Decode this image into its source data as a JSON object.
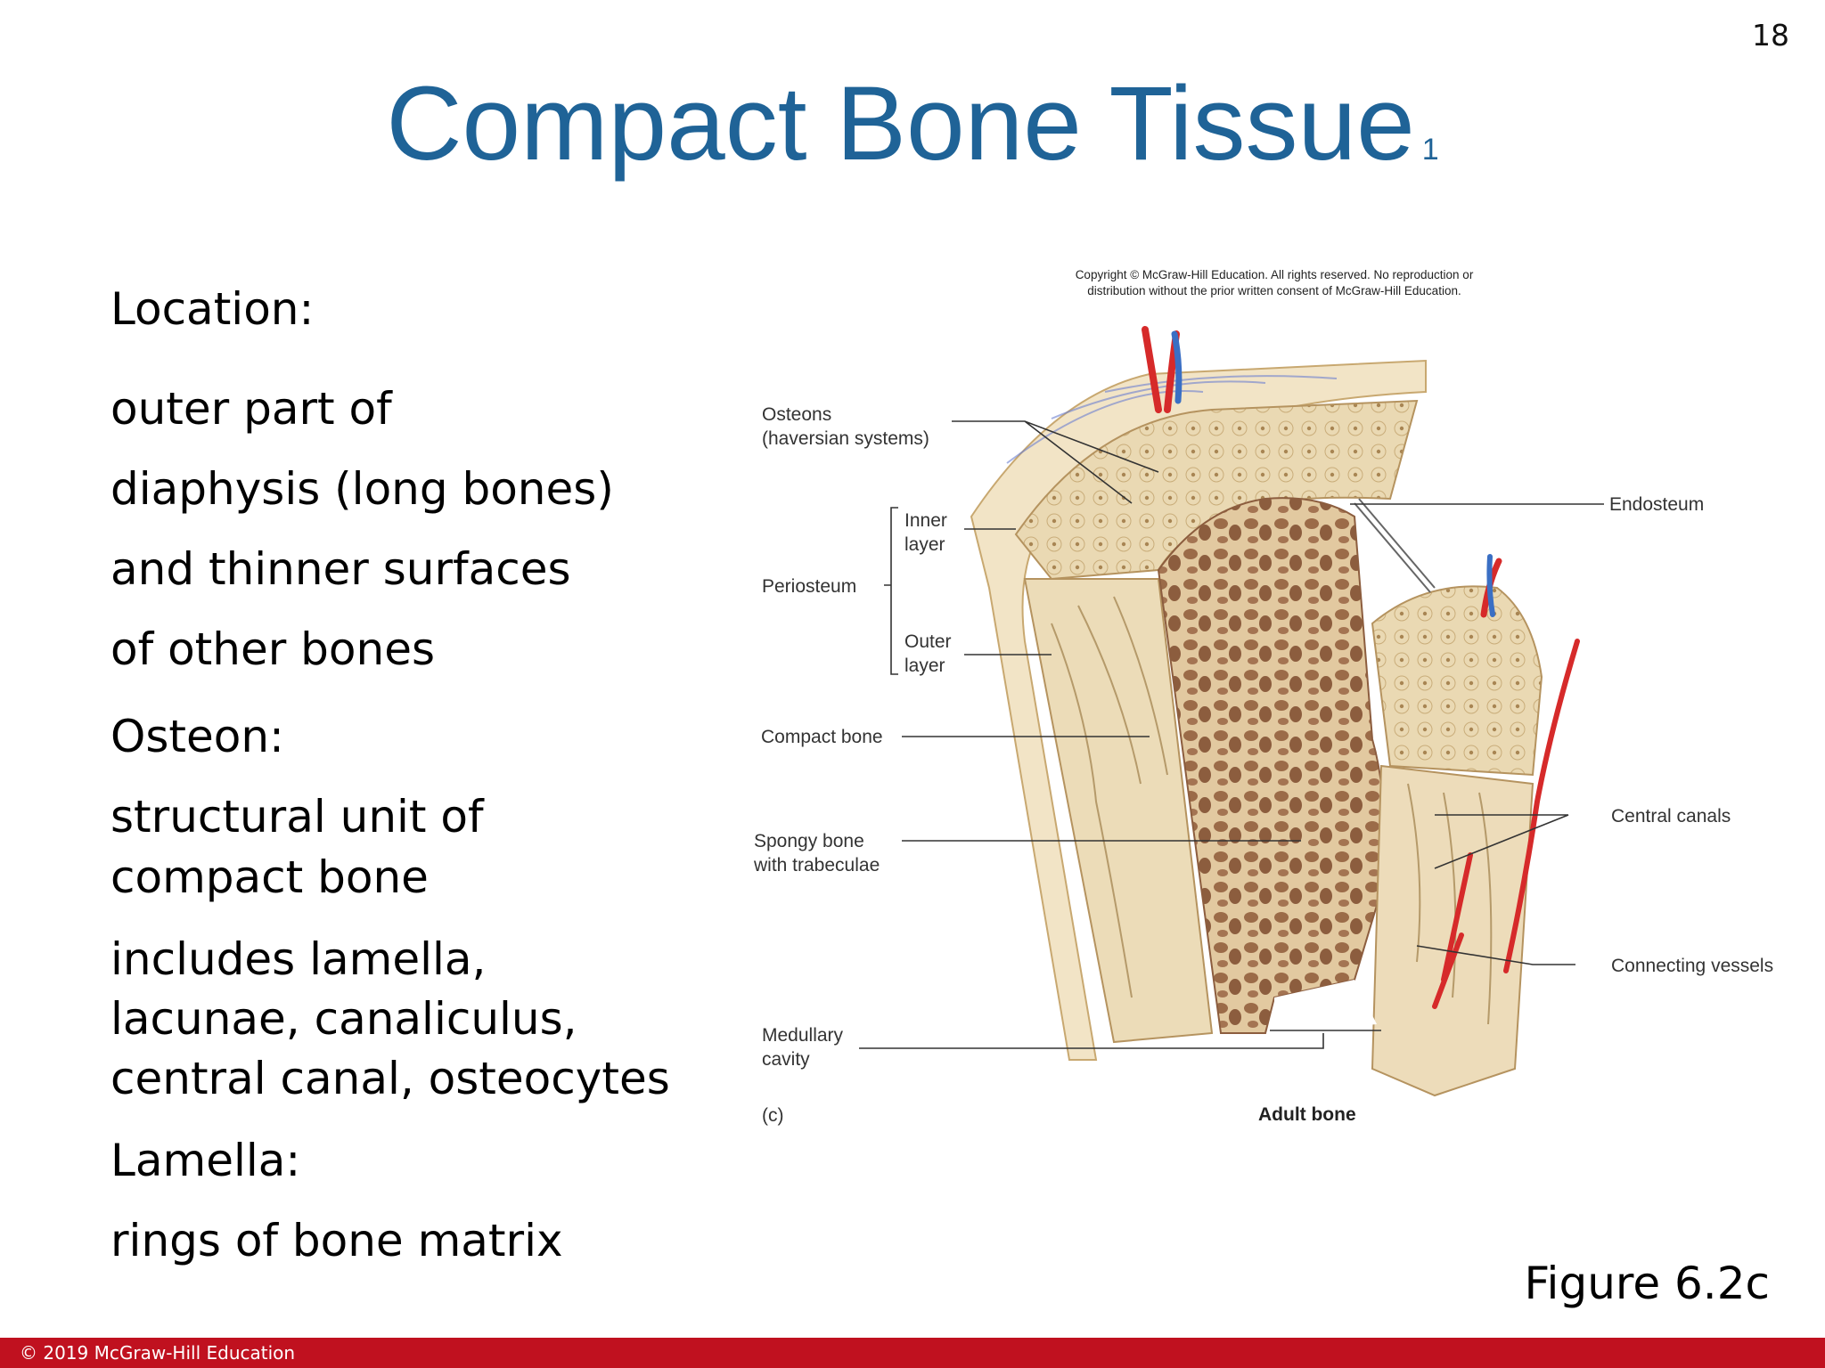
{
  "slide": {
    "number": "18",
    "title": "Compact Bone Tissue",
    "title_sub": "1",
    "figure_label": "Figure 6.2c",
    "footer": "© 2019 McGraw-Hill Education"
  },
  "bullets": [
    "Location:",
    "outer part of",
    "diaphysis (long bones)",
    "and thinner surfaces",
    "of other bones",
    "Osteon:",
    "structural unit of",
    "compact  bone",
    "includes lamella,",
    "lacunae, canaliculus,",
    "central canal, osteocytes",
    "Lamella:",
    "rings of bone matrix"
  ],
  "figure": {
    "copyright_line1": "Copyright © McGraw-Hill Education.  All rights reserved. No reproduction or",
    "copyright_line2": "distribution without the prior written consent of McGraw-Hill Education.",
    "labels": {
      "osteons_1": "Osteons",
      "osteons_2": "(haversian systems)",
      "inner_1": "Inner",
      "inner_2": "layer",
      "periosteum": "Periosteum",
      "outer_1": "Outer",
      "outer_2": "layer",
      "compact_bone": "Compact bone",
      "spongy_1": "Spongy bone",
      "spongy_2": "with trabeculae",
      "medullary_1": "Medullary",
      "medullary_2": "cavity",
      "part": "(c)",
      "adult_bone": "Adult bone",
      "endosteum": "Endosteum",
      "central_canals": "Central canals",
      "connecting_vessels": "Connecting vessels"
    }
  },
  "colors": {
    "title": "#1f6397",
    "footer_bar": "#c0111f",
    "bone_light": "#efe3c6",
    "bone_mid": "#dcc59a",
    "spongy": "#9a6a4a",
    "vessel_red": "#d62a2a",
    "vessel_blue": "#3a6fc4"
  }
}
